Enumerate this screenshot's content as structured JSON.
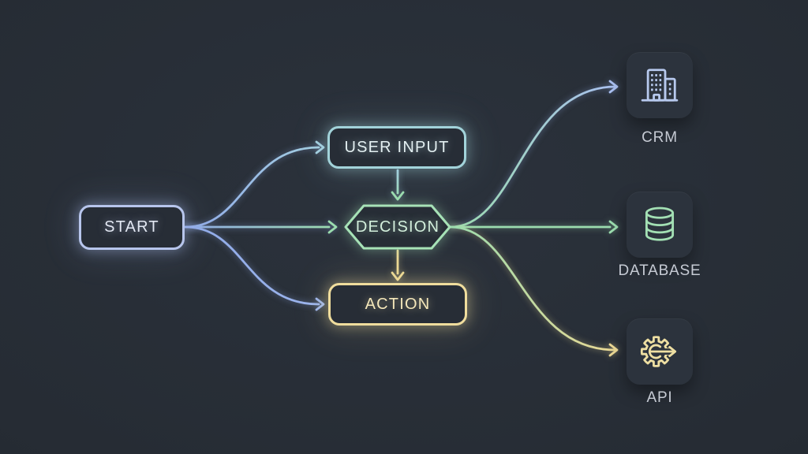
{
  "diagram": {
    "nodes": [
      {
        "id": "start",
        "label": "START",
        "shape": "rounded-rect",
        "accent_color": "#b7c5ec"
      },
      {
        "id": "user-input",
        "label": "USER INPUT",
        "shape": "rounded-rect",
        "accent_color": "#a2d3da"
      },
      {
        "id": "decision",
        "label": "DECISION",
        "shape": "hexagon",
        "accent_color": "#a7e2b7"
      },
      {
        "id": "action",
        "label": "ACTION",
        "shape": "rounded-rect",
        "accent_color": "#f0dd9d"
      }
    ],
    "endpoints": [
      {
        "id": "crm",
        "label": "CRM",
        "icon": "building-icon",
        "accent_color": "#b7c9ee"
      },
      {
        "id": "database",
        "label": "DATABASE",
        "icon": "database-icon",
        "accent_color": "#a3e0b4"
      },
      {
        "id": "api",
        "label": "API",
        "icon": "gear-arrow-icon",
        "accent_color": "#eedfa2"
      }
    ],
    "edges": [
      {
        "from": "start",
        "to": "user-input"
      },
      {
        "from": "start",
        "to": "decision"
      },
      {
        "from": "start",
        "to": "action"
      },
      {
        "from": "user-input",
        "to": "decision"
      },
      {
        "from": "decision",
        "to": "action"
      },
      {
        "from": "decision",
        "to": "crm"
      },
      {
        "from": "decision",
        "to": "database"
      },
      {
        "from": "decision",
        "to": "api"
      }
    ]
  },
  "colors": {
    "background": "#262c34",
    "node_fill": "#272d36",
    "card_background": "#2c333d",
    "endpoint_label_text": "#c6cbd4",
    "edge_blue": "#91abe8",
    "edge_cyan": "#a3cfe0",
    "edge_green": "#9bdcae",
    "edge_yellow": "#ebd894",
    "edge_periwinkle": "#a9bff0"
  }
}
